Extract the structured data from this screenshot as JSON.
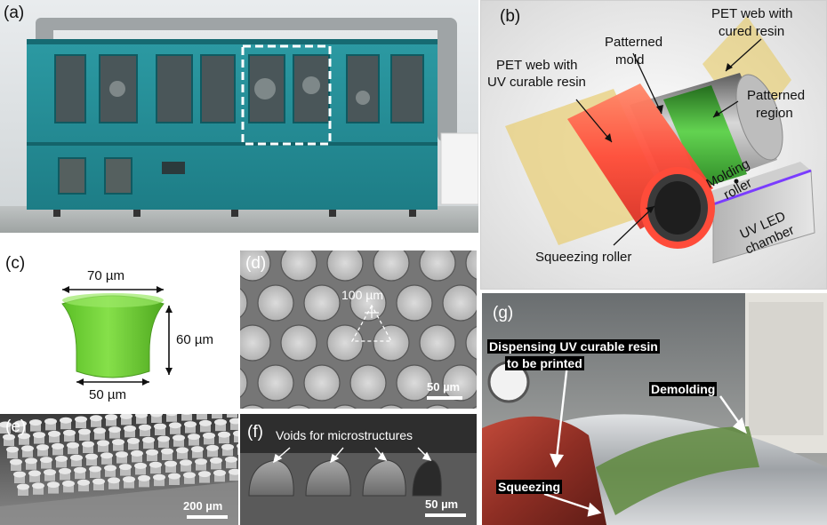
{
  "panels": {
    "a": {
      "label": "(a)"
    },
    "b": {
      "label": "(b)",
      "pet_cured_1": "PET web with",
      "pet_cured_2": "cured resin",
      "patterned_mold_1": "Patterned",
      "patterned_mold_2": "mold",
      "pet_uv_1": "PET web with",
      "pet_uv_2": "UV curable resin",
      "patterned_region_1": "Patterned",
      "patterned_region_2": "region",
      "molding_roller_1": "Molding",
      "molding_roller_2": "roller",
      "uv_led_1": "UV LED",
      "uv_led_2": "chamber",
      "squeezing_roller": "Squeezing roller",
      "colors": {
        "resin": "#ff5a4a",
        "mold": "#3aa12e",
        "pet": "#e8cf7a",
        "uv": "#7a3cff"
      }
    },
    "c": {
      "label": "(c)",
      "top_width": "70 µm",
      "height": "60 µm",
      "bottom_width": "50 µm",
      "color": "#6fcf3a"
    },
    "d": {
      "label": "(d)",
      "pitch": "100 µm",
      "scale_bar": "50 µm"
    },
    "e": {
      "label": "(e)",
      "scale_bar": "200 µm"
    },
    "f": {
      "label": "(f)",
      "annotation": "Voids for microstructures",
      "scale_bar": "50 µm"
    },
    "g": {
      "label": "(g)",
      "dispensing_1": "Dispensing UV curable resin",
      "dispensing_2": "to be printed",
      "demolding": "Demolding",
      "squeezing": "Squeezing"
    }
  }
}
